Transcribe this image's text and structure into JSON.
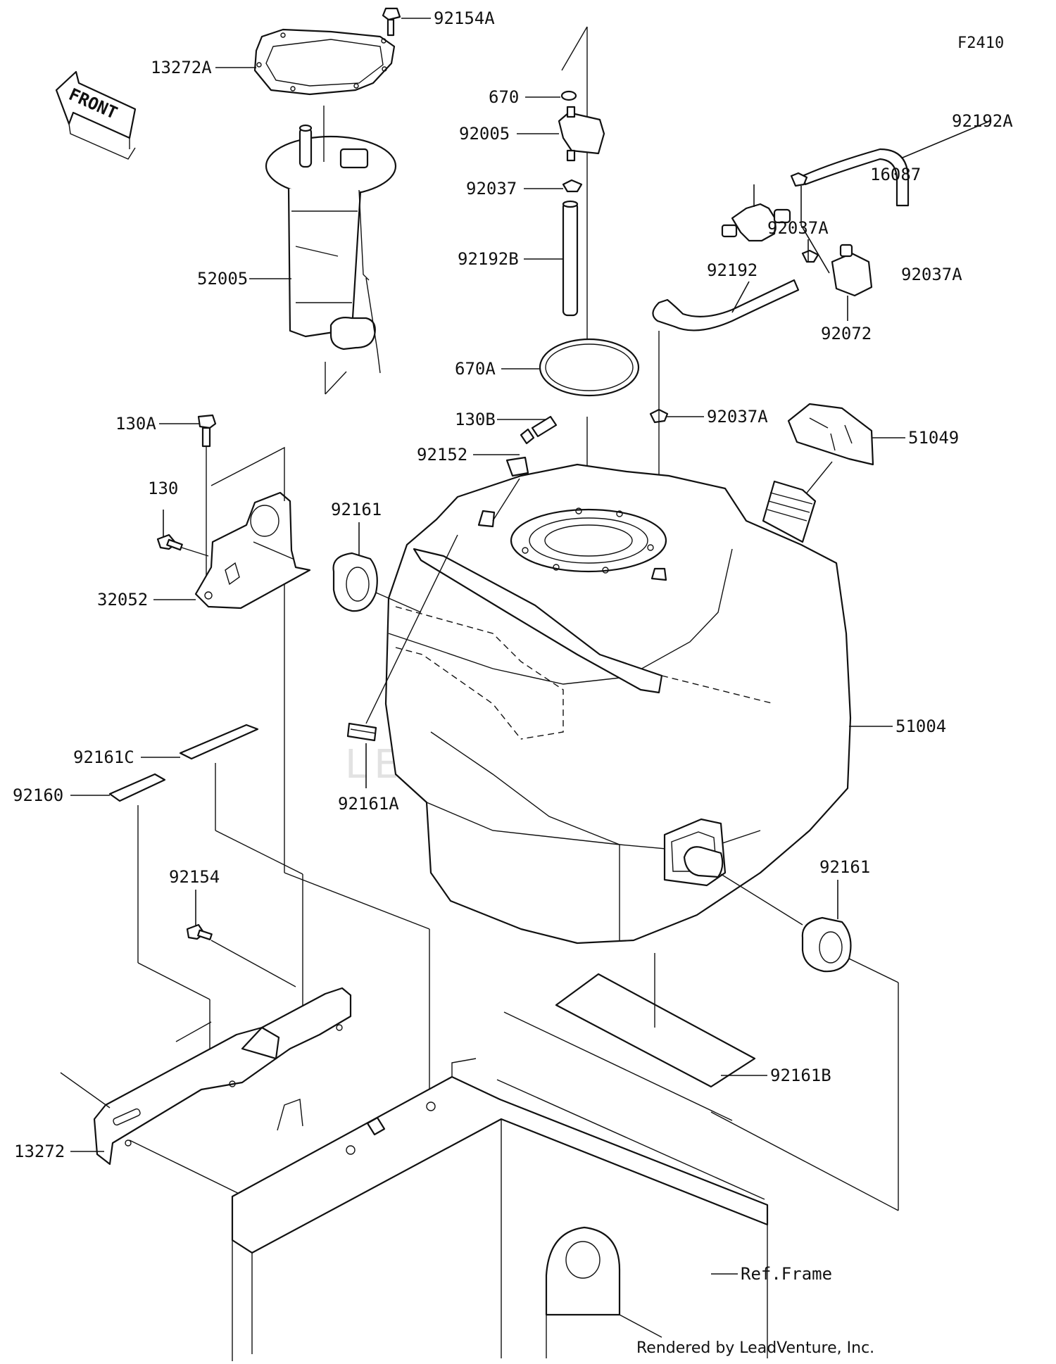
{
  "figure": {
    "code": "F2410",
    "front_label": "FRONT",
    "watermark": "LEADVENTURE",
    "credit": "Rendered by LeadVenture, Inc."
  },
  "callouts": [
    {
      "id": "92154A",
      "label": "92154A"
    },
    {
      "id": "13272A",
      "label": "13272A"
    },
    {
      "id": "52005",
      "label": "52005"
    },
    {
      "id": "670",
      "label": "670"
    },
    {
      "id": "92005",
      "label": "92005"
    },
    {
      "id": "92037",
      "label": "92037"
    },
    {
      "id": "92192B",
      "label": "92192B"
    },
    {
      "id": "670A",
      "label": "670A"
    },
    {
      "id": "92192A",
      "label": "92192A"
    },
    {
      "id": "16087",
      "label": "16087"
    },
    {
      "id": "92037A_1",
      "label": "92037A"
    },
    {
      "id": "92037A_2",
      "label": "92037A"
    },
    {
      "id": "92192",
      "label": "92192"
    },
    {
      "id": "92072",
      "label": "92072"
    },
    {
      "id": "92037A_3",
      "label": "92037A"
    },
    {
      "id": "51049",
      "label": "51049"
    },
    {
      "id": "130A",
      "label": "130A"
    },
    {
      "id": "130B",
      "label": "130B"
    },
    {
      "id": "92152",
      "label": "92152"
    },
    {
      "id": "130",
      "label": "130"
    },
    {
      "id": "92161_1",
      "label": "92161"
    },
    {
      "id": "32052",
      "label": "32052"
    },
    {
      "id": "51004",
      "label": "51004"
    },
    {
      "id": "92161C",
      "label": "92161C"
    },
    {
      "id": "92160",
      "label": "92160"
    },
    {
      "id": "92161A",
      "label": "92161A"
    },
    {
      "id": "92161_2",
      "label": "92161"
    },
    {
      "id": "92154",
      "label": "92154"
    },
    {
      "id": "92161B",
      "label": "92161B"
    },
    {
      "id": "13272",
      "label": "13272"
    },
    {
      "id": "ref_frame",
      "label": "Ref.Frame"
    }
  ]
}
